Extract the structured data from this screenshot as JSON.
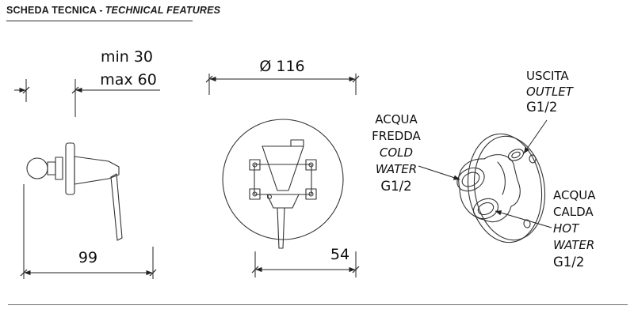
{
  "header": {
    "title_it": "SCHEDA TECNICA -",
    "title_en": "TECHNICAL FEATURES"
  },
  "side_view": {
    "dim_depth_min": "min 30",
    "dim_depth_max": "max 60",
    "dim_length": "99"
  },
  "front_view": {
    "dim_diameter": "Ø 116",
    "dim_offset": "54"
  },
  "perspective_view": {
    "outlet": {
      "it": "USCITA",
      "en": "OUTLET",
      "size": "G1/2"
    },
    "cold_water": {
      "it1": "ACQUA",
      "it2": "FREDDA",
      "en1": "COLD",
      "en2": "WATER",
      "size": "G1/2"
    },
    "hot_water": {
      "it1": "ACQUA",
      "it2": "CALDA",
      "en1": "HOT",
      "en2": "WATER",
      "size": "G1/2"
    }
  },
  "colors": {
    "line": "#333333",
    "text": "#111111"
  }
}
